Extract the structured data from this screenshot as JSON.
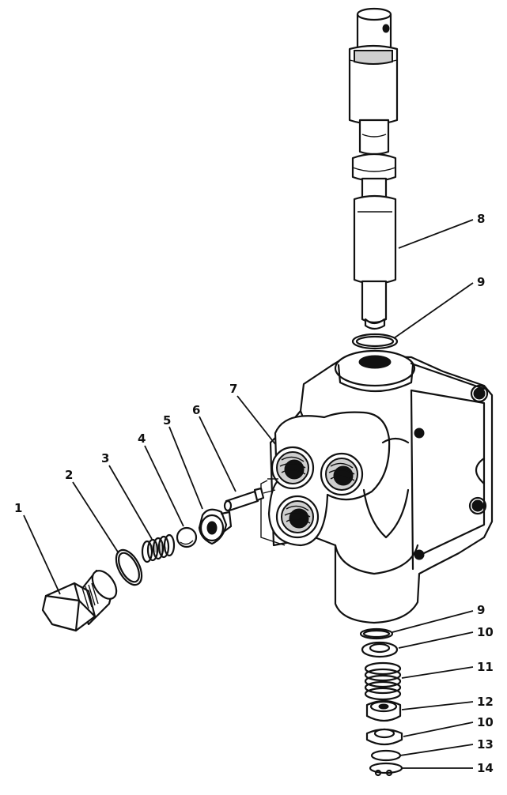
{
  "callouts": {
    "c1": "1",
    "c2": "2",
    "c3": "3",
    "c4": "4",
    "c5": "5",
    "c6": "6",
    "c7": "7",
    "c8": "8",
    "c9_top": "9",
    "c9_bottom": "9",
    "c10_a": "10",
    "c11": "11",
    "c12": "12",
    "c10_b": "10",
    "c13": "13",
    "c14": "14"
  },
  "colors": {
    "ink": "#111111",
    "paper": "#ffffff",
    "shade": "#cfcfcf"
  }
}
